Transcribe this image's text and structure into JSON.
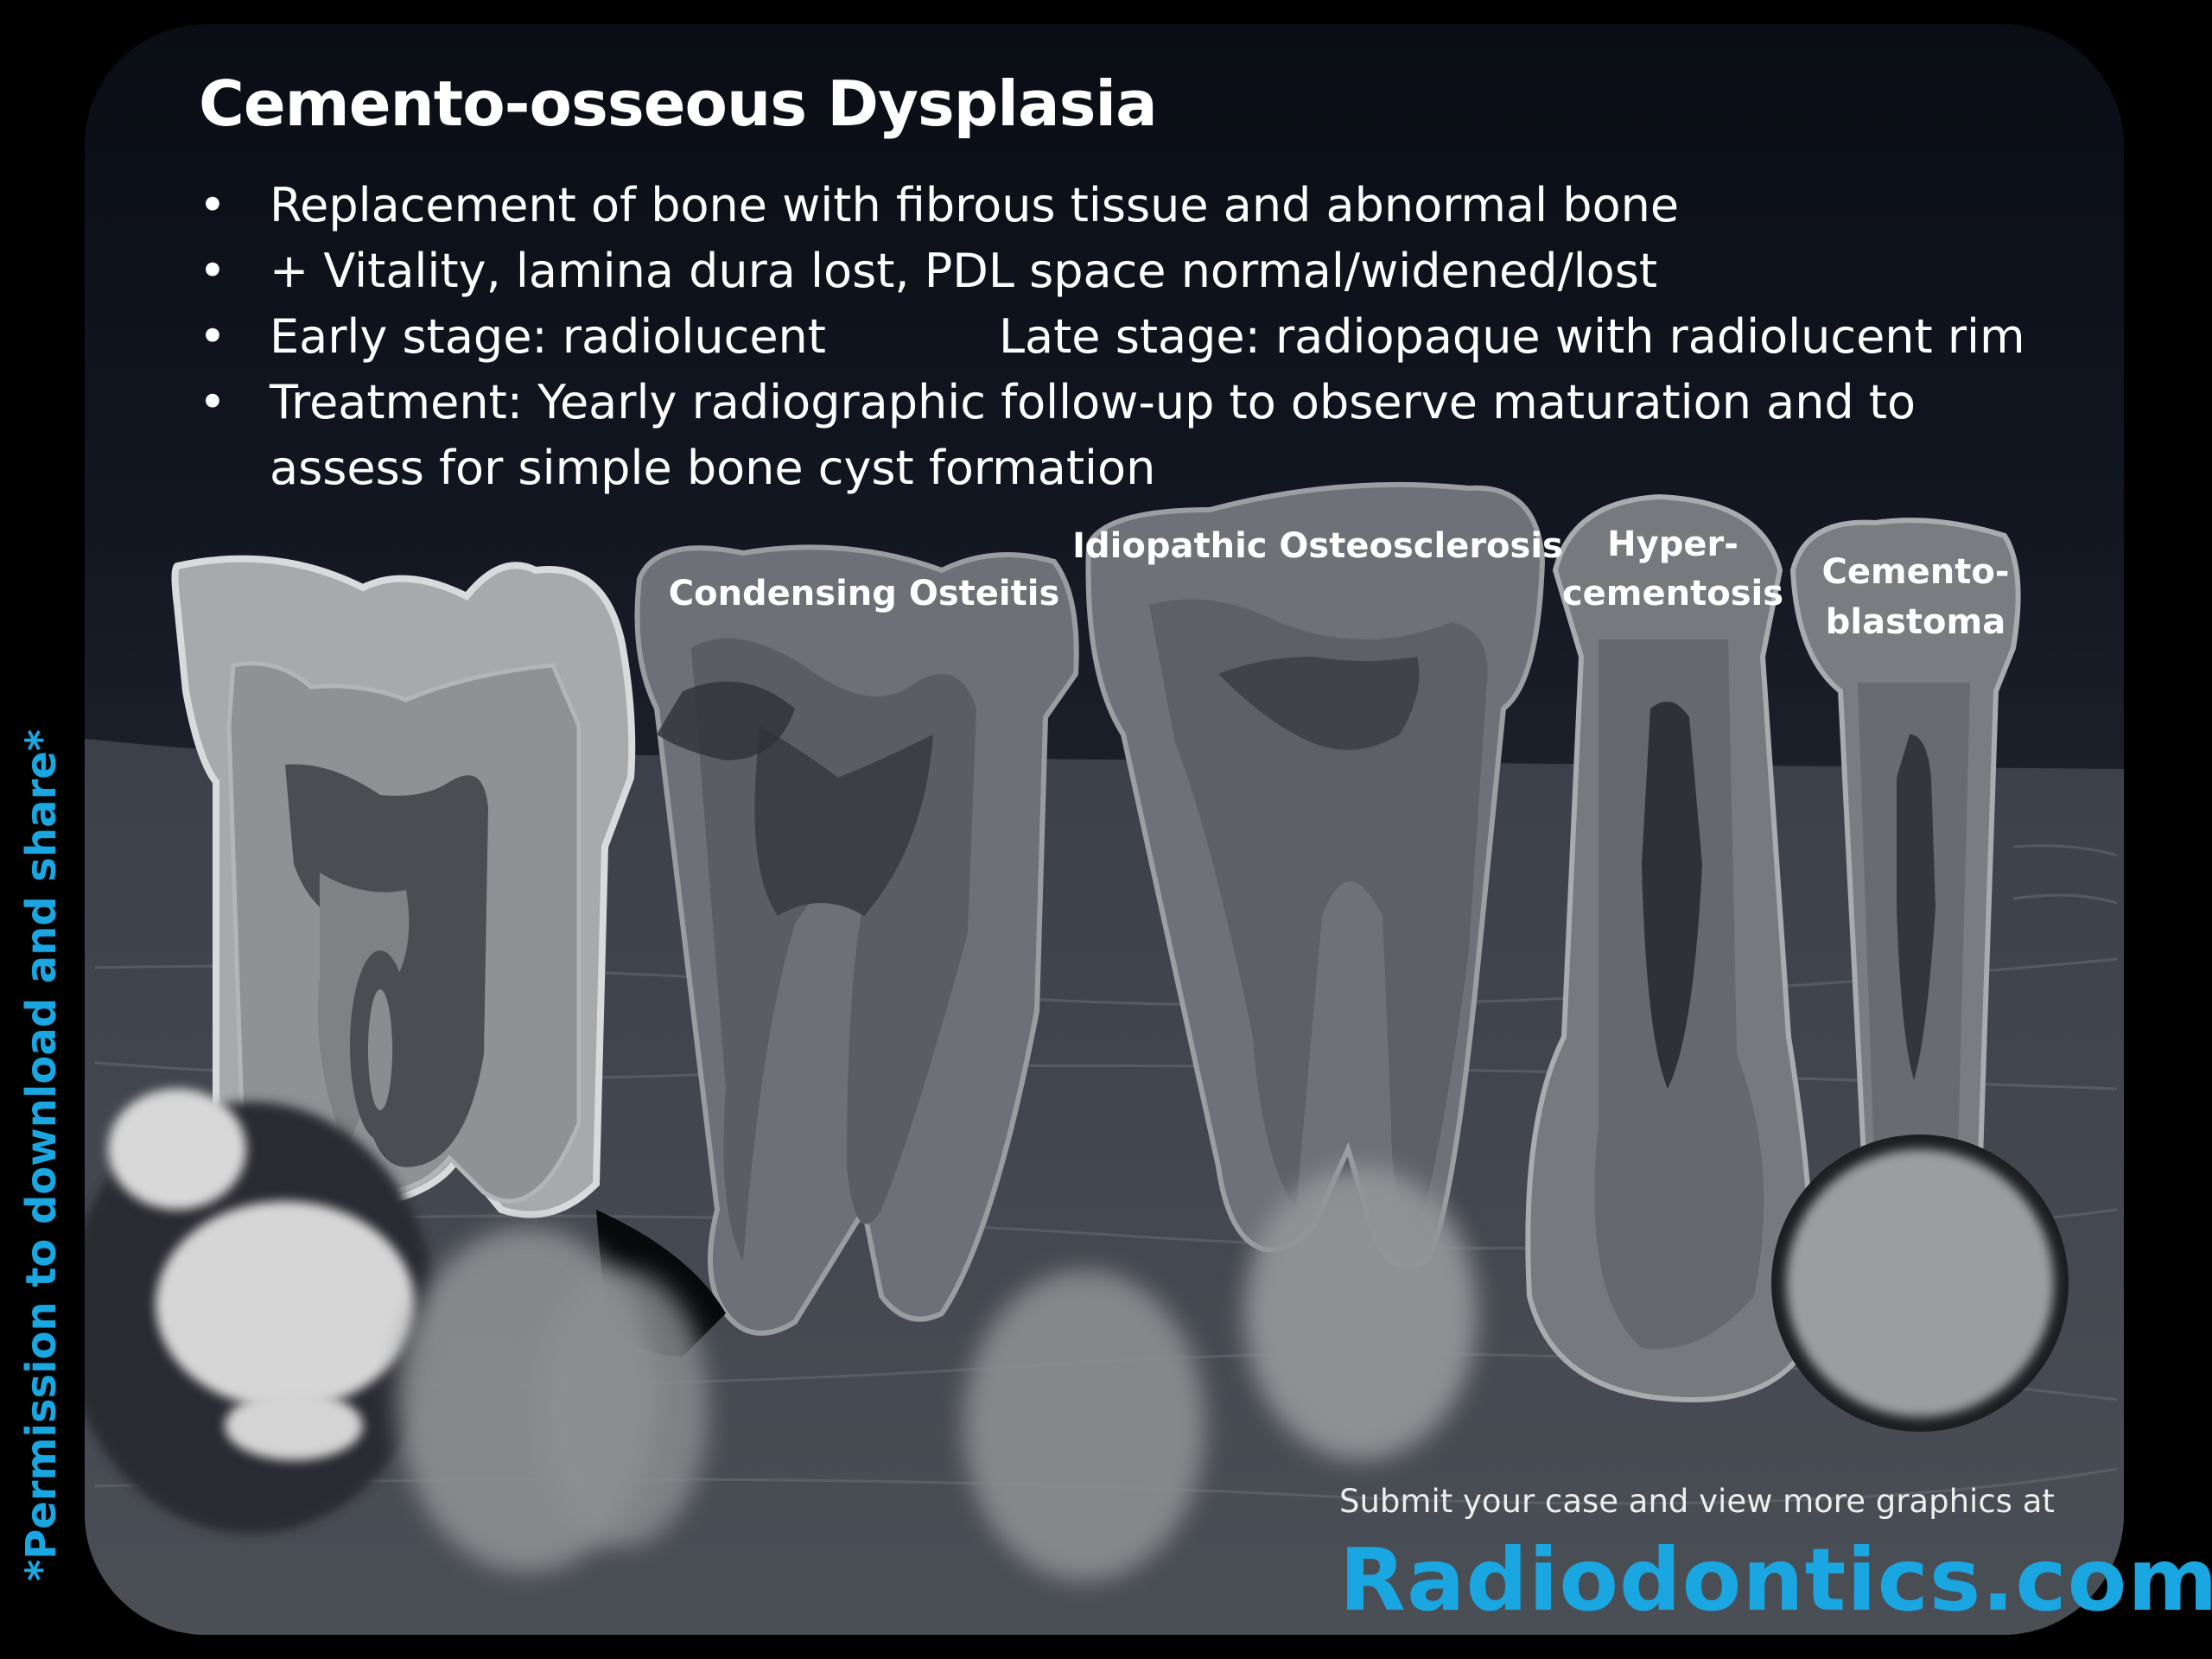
{
  "title": "Cemento-osseous Dysplasia",
  "bullets": {
    "b1": "Replacement of bone with fibrous tissue and abnormal bone",
    "b2": "+ Vitality, lamina dura lost, PDL space normal/widened/lost",
    "b3a": "Early stage: radiolucent",
    "b3b": "Late stage: radiopaque with radiolucent rim",
    "b4": "Treatment: Yearly radiographic follow-up to observe maturation and to assess for simple bone cyst formation"
  },
  "labels": {
    "condensing": "Condensing Osteitis",
    "idiopathic": "Idiopathic Osteosclerosis",
    "hyper1": "Hyper-",
    "hyper2": "cementosis",
    "cemento1": "Cemento-",
    "cemento2": "blastoma"
  },
  "permission": "*Permission to download and share*",
  "footer": {
    "submit": "Submit your case and view more graphics at",
    "site": "Radiodontics.com"
  },
  "colors": {
    "accent": "#1aa6e0",
    "background": "#000000",
    "text": "#ffffff"
  }
}
